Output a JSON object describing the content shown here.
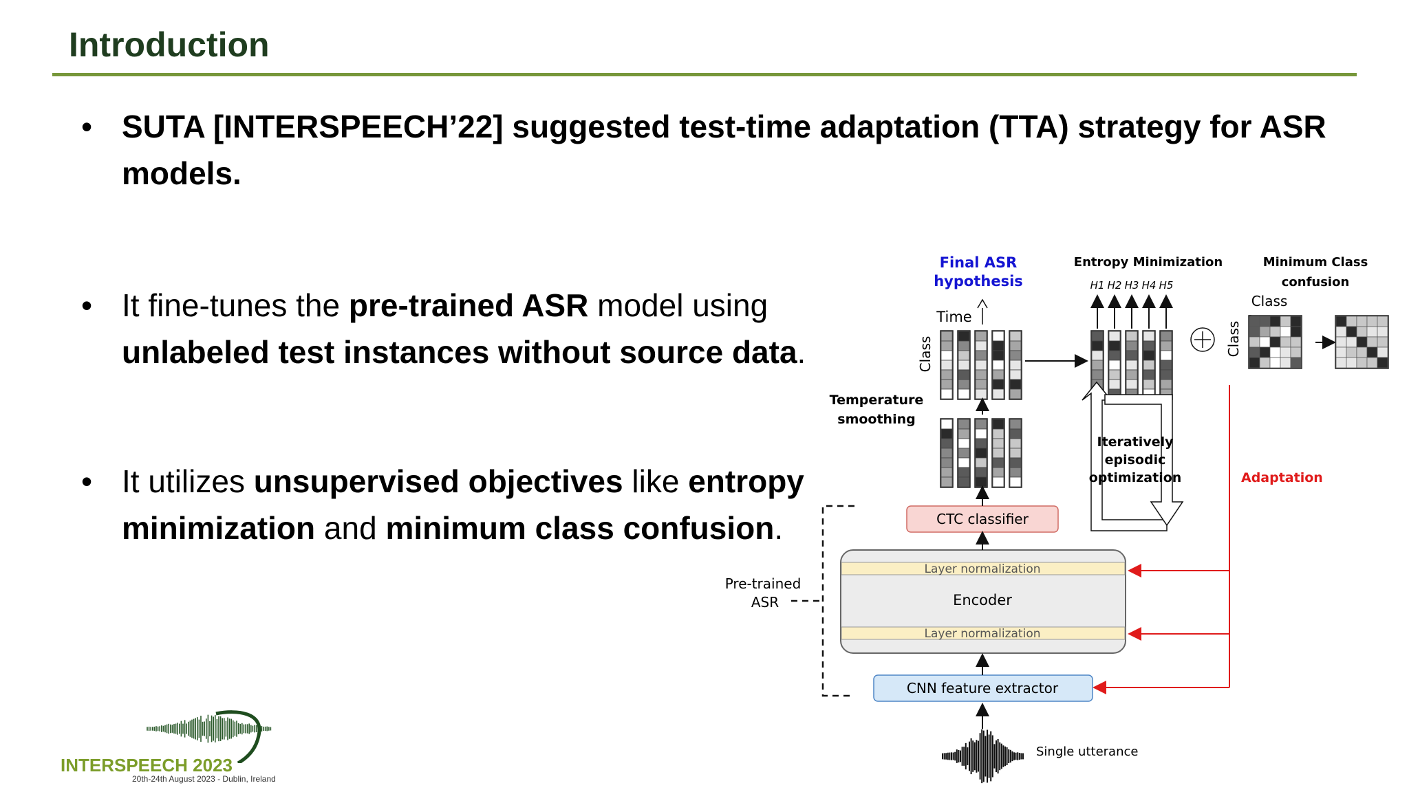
{
  "slide": {
    "title": "Introduction"
  },
  "bullets": [
    {
      "segments": [
        {
          "text": "SUTA [INTERSPEECH’22] suggested test-time adaptation (TTA) strategy for ASR",
          "bold": true
        }
      ],
      "line2": [
        {
          "text": "models.",
          "bold": true
        }
      ]
    },
    {
      "line1": [
        {
          "text": "It fine-tunes the ",
          "bold": false
        },
        {
          "text": "pre-trained ASR",
          "bold": true
        },
        {
          "text": " model using",
          "bold": false
        }
      ],
      "line2": [
        {
          "text": "unlabeled test instances without source data",
          "bold": true
        },
        {
          "text": ".",
          "bold": false
        }
      ]
    },
    {
      "line1": [
        {
          "text": "It utilizes ",
          "bold": false
        },
        {
          "text": "unsupervised objectives",
          "bold": true
        },
        {
          "text": " like ",
          "bold": false
        },
        {
          "text": "entropy",
          "bold": true
        }
      ],
      "line2": [
        {
          "text": "minimization",
          "bold": true
        },
        {
          "text": " and ",
          "bold": false
        },
        {
          "text": "minimum class confusion",
          "bold": true
        },
        {
          "text": ".",
          "bold": false
        }
      ]
    }
  ],
  "diagram": {
    "final_asr_line1": "Final ASR",
    "final_asr_line2": "hypothesis",
    "time_label": "Time",
    "class_label_left": "Class",
    "entropy_title": "Entropy Minimization",
    "entropy_subscripts": "H1H2H3H4H5",
    "min_class_line1": "Minimum Class",
    "min_class_line2": "confusion",
    "class_label_top": "Class",
    "class_label_right": "Class",
    "temperature_line1": "Temperature",
    "temperature_line2": "smoothing",
    "iterative_line1": "Iteratively",
    "iterative_line2": "episodic",
    "iterative_line3": "optimization",
    "adaptation_label": "Adaptation",
    "ctc_label": "CTC classifier",
    "layer_norm_top": "Layer normalization",
    "encoder_label": "Encoder",
    "layer_norm_bottom": "Layer normalization",
    "cnn_label": "CNN feature extractor",
    "pretrained_line1": "Pre-trained",
    "pretrained_line2": "ASR",
    "utterance_label": "Single utterance"
  },
  "logo": {
    "word": "INTERSPEECH 2023",
    "subtitle": "20th-24th August 2023 - Dublin, Ireland"
  },
  "colors": {
    "title_green": "#1f3d1f",
    "rule_green": "#77973a",
    "final_asr_blue": "#1414d2",
    "adaptation_red": "#e01b1b",
    "ctc_fill": "#f9d6d3",
    "cnn_fill": "#d6e8f8",
    "layer_norm_fill": "#fbefc4"
  }
}
